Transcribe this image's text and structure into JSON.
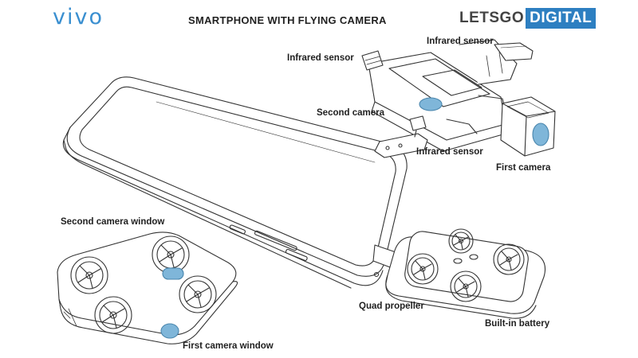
{
  "header": {
    "brand_logo": "vivo",
    "title": "SMARTPHONE WITH FLYING CAMERA",
    "source_logo_part1": "LETSGO",
    "source_logo_part2": "DIGITAL"
  },
  "labels": {
    "infrared_sensor_top": "Infrared sensor",
    "infrared_sensor_left": "Infrared sensor",
    "infrared_sensor_bottom": "Infrared sensor",
    "second_camera": "Second camera",
    "first_camera": "First camera",
    "second_camera_window": "Second camera window",
    "first_camera_window": "First camera window",
    "quad_propeller": "Quad propeller",
    "built_in_battery": "Built-in battery"
  },
  "colors": {
    "lens_blue": "#7fb6d9",
    "line": "#333333",
    "vivo_blue": "#3a8fd0",
    "digital_blue": "#2d7fc1"
  }
}
